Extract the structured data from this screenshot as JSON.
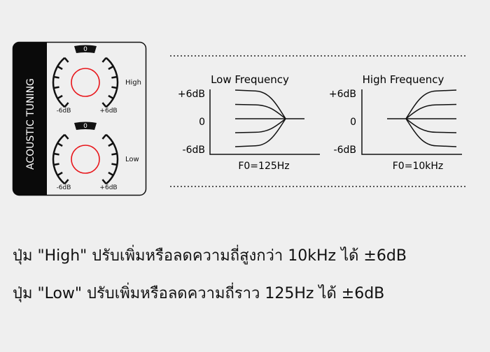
{
  "panel": {
    "title": "ACOUSTIC TUNING",
    "knobs": [
      {
        "name": "High",
        "value": "0",
        "min_label": "-6dB",
        "max_label": "+6dB"
      },
      {
        "name": "Low",
        "value": "0",
        "min_label": "-6dB",
        "max_label": "+6dB"
      }
    ],
    "accent_color": "#e8161b"
  },
  "graphs": [
    {
      "title": "Low Frequency",
      "y_top": "+6dB",
      "y_mid": "0",
      "y_bottom": "-6dB",
      "caption": "F0=125Hz",
      "type": "low-shelf",
      "gains_db": [
        6,
        3,
        0,
        -3,
        -6
      ]
    },
    {
      "title": "High Frequency",
      "y_top": "+6dB",
      "y_mid": "0",
      "y_bottom": "-6dB",
      "caption": "F0=10kHz",
      "type": "high-shelf",
      "gains_db": [
        6,
        3,
        0,
        -3,
        -6
      ]
    }
  ],
  "descriptions": [
    "ปุ่ม \"High\" ปรับเพิ่มหรือลดความถี่สูงกว่า 10kHz ได้ ±6dB",
    "ปุ่ม \"Low\" ปรับเพิ่มหรือลดความถี่ราว 125Hz ได้ ±6dB"
  ]
}
